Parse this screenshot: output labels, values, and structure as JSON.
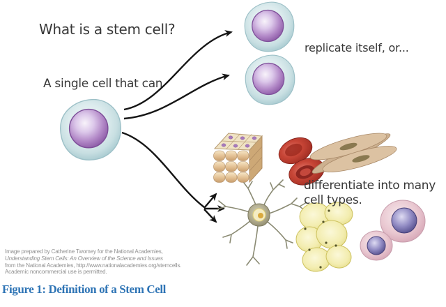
{
  "figure": {
    "question": "What is a stem cell?",
    "lead_in": "A single cell that can",
    "replicate_label": "replicate itself, or...",
    "differentiate_label": "differentiate into many\ncell types.",
    "credit_lines": [
      "Image prepared by Catherine Twomey for the National Academies,",
      "Understanding Stem Cells: An Overview of the Science and Issues",
      "from the National Academies, http://www.nationalacademies.org/stemcells.",
      "Academic noncommercial use is permitted."
    ],
    "caption": "Figure 1: Definition of a Stem Cell",
    "illustrations": {
      "stem_cell": "stem cell",
      "replicated_cell_top": "replicated stem cell",
      "replicated_cell_bottom": "replicated stem cell",
      "epithelial_cells": "epithelial cell block",
      "red_blood_cells": "red blood cells",
      "muscle_cells": "muscle cells",
      "neuron": "nerve cell",
      "fat_cells": "fat cells",
      "immune_cells": "white blood cells"
    },
    "colors": {
      "background": "#FFFFFF",
      "text": "#383838",
      "arrow": "#151515",
      "credit_text": "#8F8F8F",
      "caption_blue": "#2E74B5",
      "stem_cell_cytoplasm": "#C8DFE2",
      "stem_cell_nucleus": "#8C5AA6",
      "epithelial_tan": "#E2BF92",
      "red_blood_cell": "#C74536",
      "muscle_tan": "#DCC2A2",
      "neuron_olive": "#B0AB8E",
      "fat_cell_yellow": "#F3EDB0",
      "immune_cell_pink": "#E3BCC8",
      "immune_nucleus_purple": "#6A64A8"
    }
  }
}
